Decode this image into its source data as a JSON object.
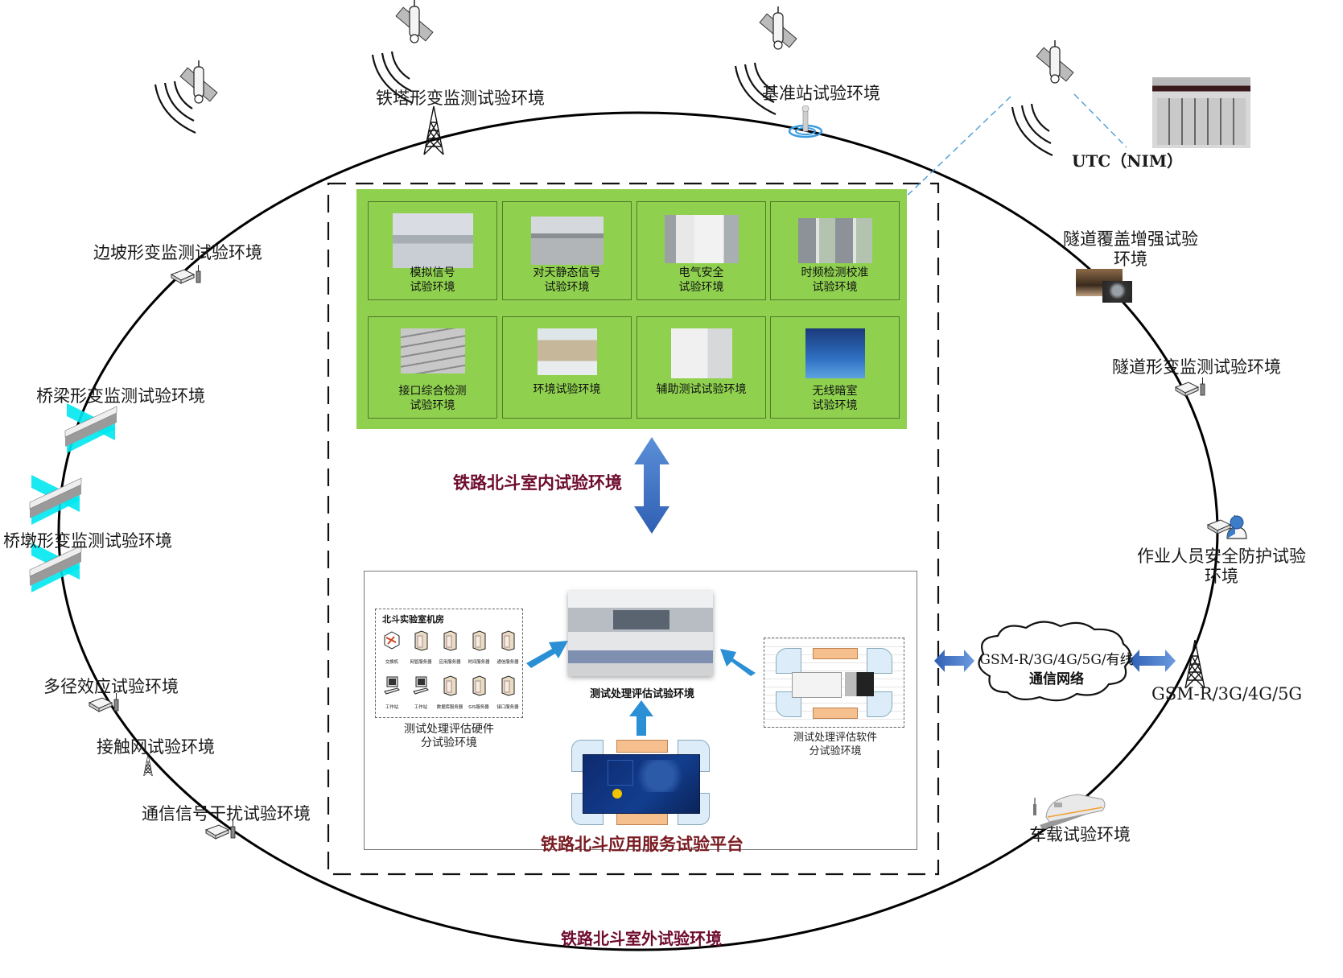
{
  "diagram": {
    "outdoor_title": "铁路北斗室外试验环境",
    "indoor_title": "铁路北斗室内试验环境",
    "platform_title": "铁路北斗应用服务试验平台",
    "colors": {
      "indoor_bg": "#8fd14f",
      "title_maroon": "#6e0b2e",
      "arrow_blue": "#3a6fc4",
      "link_dashed": "#4b9fd4"
    }
  },
  "outdoor_environments": [
    {
      "label": "铁塔形变监测试验环境",
      "icon": "tower-icon"
    },
    {
      "label": "基准站试验环境",
      "icon": "reference-station-icon"
    },
    {
      "label": "边坡形变监测试验环境",
      "icon": "monitor-terminal-icon"
    },
    {
      "label": "桥梁形变监测试验环境",
      "icon": "bridge-icon"
    },
    {
      "label": "桥墩形变监测试验环境",
      "icon": "bridge-icon"
    },
    {
      "label": "多径效应试验环境",
      "icon": "monitor-terminal-icon"
    },
    {
      "label": "接触网试验环境",
      "icon": "tower-icon"
    },
    {
      "label": "通信信号干扰试验环境",
      "icon": "monitor-terminal-icon"
    },
    {
      "label": "隧道覆盖增强试验\n环境",
      "line1": "隧道覆盖增强试验",
      "line2": "环境",
      "icon": "tunnel-photo"
    },
    {
      "label": "隧道形变监测试验环境",
      "icon": "monitor-terminal-icon"
    },
    {
      "label": "作业人员安全防护试验\n环境",
      "line1": "作业人员安全防护试验",
      "line2": "环境",
      "icon": "worker-icon"
    },
    {
      "label": "车载试验环境",
      "icon": "train-icon"
    }
  ],
  "utc": {
    "label": "UTC（NIM）"
  },
  "network": {
    "cloud_line1": "GSM-R/3G/4G/5G/有线",
    "cloud_line2": "通信网络",
    "tower_label": "GSM-R/3G/4G/5G"
  },
  "indoor_cells": [
    {
      "line1": "模拟信号",
      "line2": "试验环境"
    },
    {
      "line1": "对天静态信号",
      "line2": "试验环境"
    },
    {
      "line1": "电气安全",
      "line2": "试验环境"
    },
    {
      "line1": "时频检测校准",
      "line2": "试验环境"
    },
    {
      "line1": "接口综合检测",
      "line2": "试验环境"
    },
    {
      "line1": "环境试验环境",
      "line2": ""
    },
    {
      "line1": "辅助测试试验环境",
      "line2": ""
    },
    {
      "line1": "无线暗室",
      "line2": "试验环境"
    }
  ],
  "platform": {
    "hardware": {
      "box_title": "北斗实验室机房",
      "row1": [
        "交换机",
        "网管服务器",
        "应用服务器",
        "时间服务器",
        "通信服务器"
      ],
      "row2": [
        "工作站",
        "工作站",
        "数据库服务器",
        "GIS服务器",
        "接口服务器"
      ],
      "caption_line1": "测试处理评估硬件",
      "caption_line2": "分试验环境"
    },
    "center_caption": "测试处理评估试验环境",
    "software": {
      "caption_line1": "测试处理评估软件",
      "caption_line2": "分试验环境"
    }
  }
}
